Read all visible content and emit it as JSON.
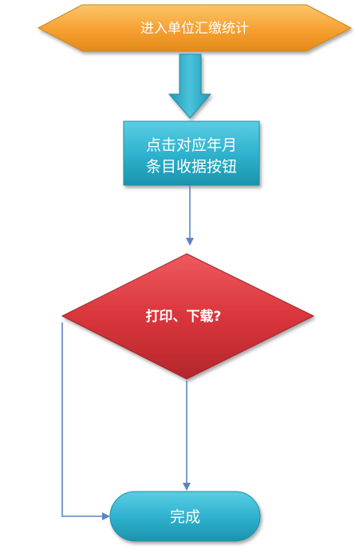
{
  "nodes": {
    "start": {
      "label": "进入单位汇缴统计"
    },
    "process": {
      "line1": "点击对应年月",
      "line2": "条目收据按钮"
    },
    "decision": {
      "label": "打印、下载?"
    },
    "end": {
      "label": "完成"
    }
  },
  "colors": {
    "start_fill": "#f7a536",
    "start_stroke": "#c9871f",
    "teal_fill": "#2fb3cf",
    "teal_stroke": "#1f8ea6",
    "decision_fill": "#d9363c",
    "decision_stroke": "#9e2327",
    "connector": "#5b84c4"
  }
}
